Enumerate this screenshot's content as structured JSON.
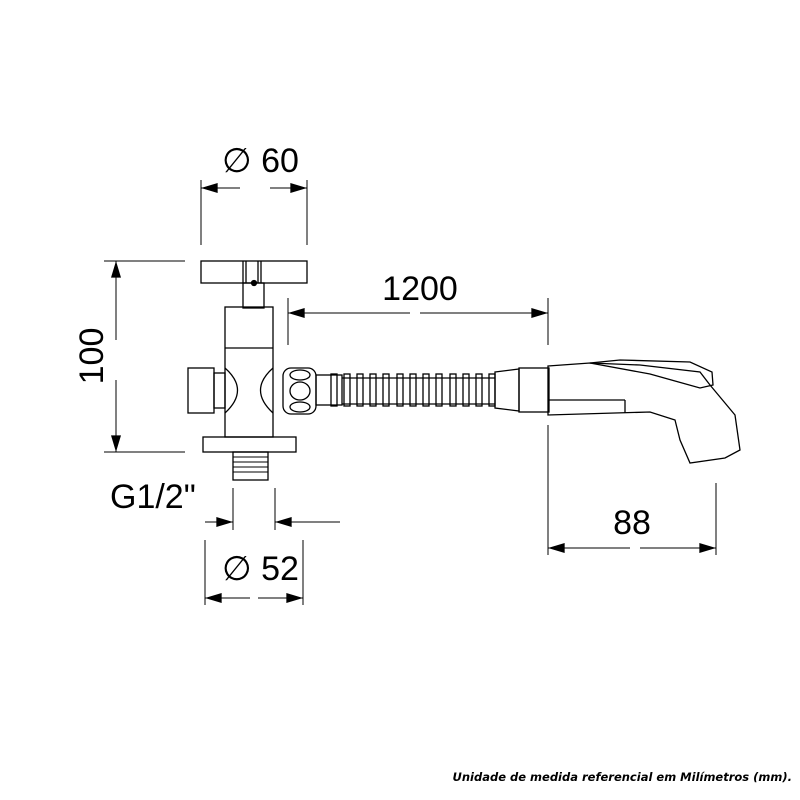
{
  "dimensions": {
    "handle_diameter": "∅ 60",
    "height": "100",
    "hose_length": "1200",
    "thread": "G1/2\"",
    "flange_diameter": "∅ 52",
    "shower_length": "88"
  },
  "footer": "Unidade de medida referencial em Milímetros (mm).",
  "colors": {
    "line": "#000000",
    "background": "#ffffff"
  }
}
